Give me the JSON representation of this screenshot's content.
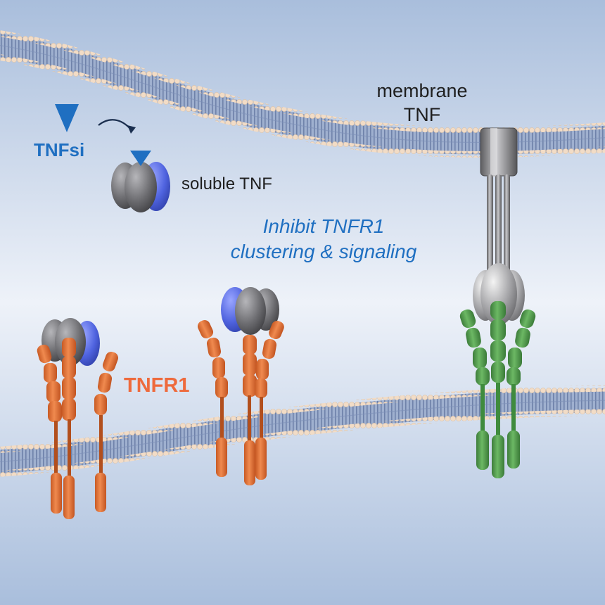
{
  "labels": {
    "membrane_tnf": "membrane\nTNF",
    "tnfsi": "TNFsi",
    "soluble_tnf": "soluble TNF",
    "inhibit": "Inhibit TNFR1\nclustering & signaling",
    "tnfr1": "TNFR1"
  },
  "colors": {
    "background_top": "#a9bedc",
    "background_mid": "#eef2f9",
    "background_bottom": "#a9bedc",
    "lipid_head": "#f2dcc6",
    "lipid_tail": "#7c8fb5",
    "receptor_orange": "#e2733a",
    "receptor_green": "#4e9a4c",
    "tnf_gray": "#6d6d70",
    "tnf_blue": "#4f63df",
    "inhibitor_blue": "#1f6fc1",
    "label_blue": "#1f6fc1",
    "label_orange": "#ee6a3c",
    "label_dark": "#1f1f1f"
  },
  "icons": {
    "inhibitor": "triangle-down-icon",
    "transfer_arrow": "curved-arrow-icon"
  }
}
